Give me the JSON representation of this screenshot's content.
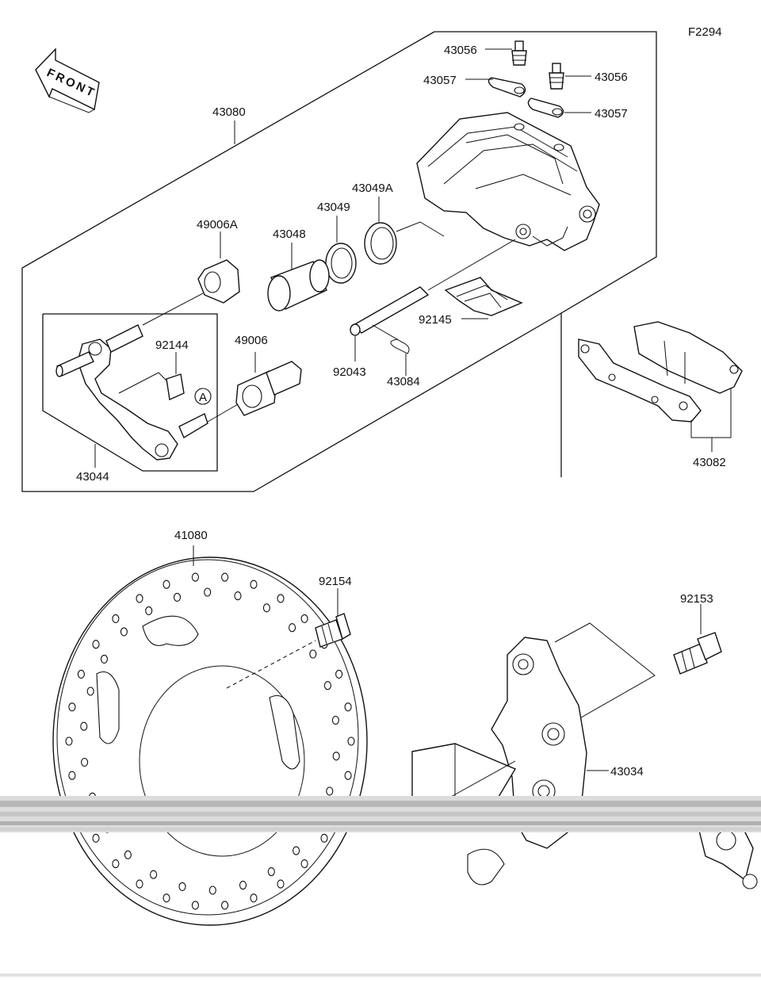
{
  "diagram_code": "F2294",
  "front_label": "FRONT",
  "ref_marker": "A",
  "callouts": {
    "c43080": "43080",
    "c43056a": "43056",
    "c43057a": "43057",
    "c43056b": "43056",
    "c43057b": "43057",
    "c43049A": "43049A",
    "c43049": "43049",
    "c43048": "43048",
    "c49006A": "49006A",
    "c92144": "92144",
    "c49006": "49006",
    "c92145": "92145",
    "c92043": "92043",
    "c43084": "43084",
    "c43044": "43044",
    "c43082": "43082",
    "c41080": "41080",
    "c92154": "92154",
    "c92153": "92153",
    "c43034": "43034"
  }
}
